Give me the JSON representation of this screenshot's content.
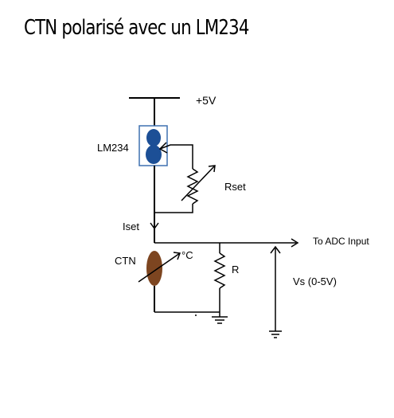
{
  "title": "CTN polarisé avec un LM234",
  "labels": {
    "supply": "+5V",
    "lm234": "LM234",
    "rset": "Rset",
    "iset": "Iset",
    "ctn": "CTN",
    "degree": "°C",
    "r": "R",
    "adc": "To ADC Input",
    "vs": "Vs (0-5V)"
  },
  "colors": {
    "wire": "#000000",
    "lm234_body": "#1c4f96",
    "lm234_box": "#3f70b0",
    "ctn_body": "#7d4520"
  }
}
